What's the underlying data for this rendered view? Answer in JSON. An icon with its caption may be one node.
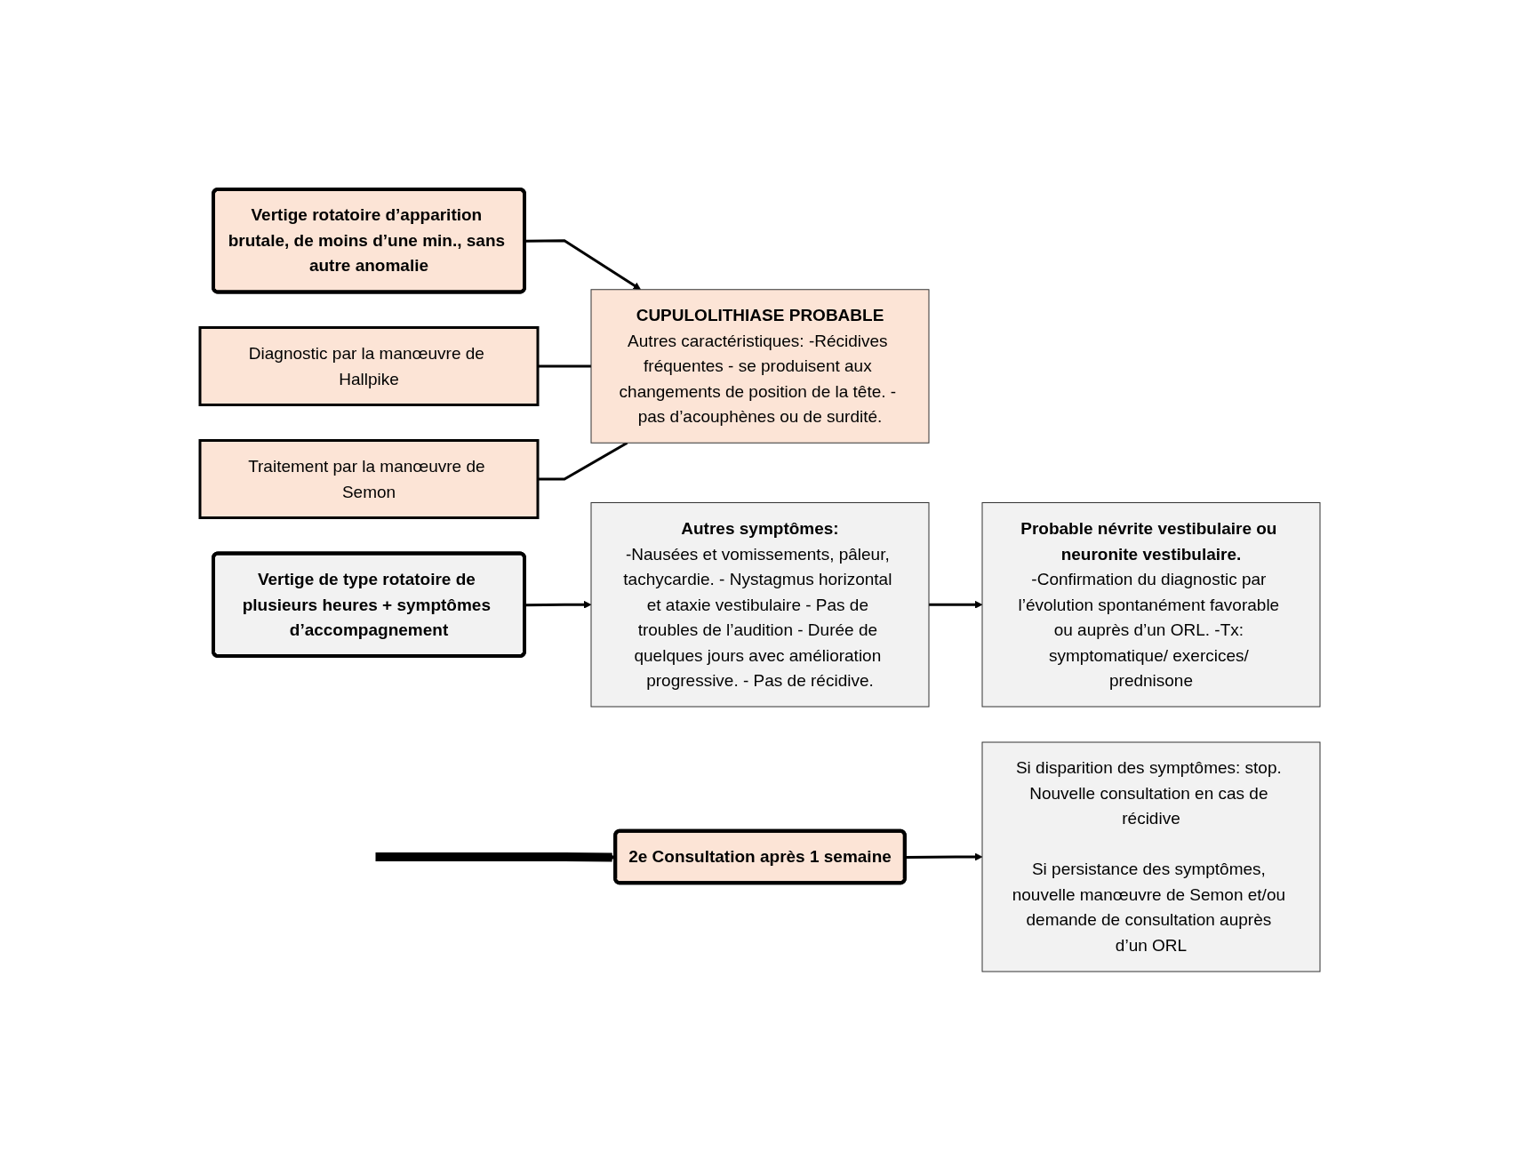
{
  "diagram": {
    "nodes": [
      {
        "text": [
          "Vertige rotatoire d’apparition brutale, de moins d’une min., sans autre anomalie"
        ]
      },
      {
        "text": [
          "CUPULOLITHIASE PROBABLE",
          "Autres caractéristiques: -Récidives fréquentes - se produisent aux changements de position de la tête. - pas d’acouphènes ou de surdité."
        ]
      },
      {
        "text": [
          "Diagnostic par la manœuvre de Hallpike"
        ]
      },
      {
        "text": [
          "Traitement par la manœuvre de Semon"
        ]
      },
      {
        "text": [
          "Vertige de type rotatoire de plusieurs heures + symptômes d’accompagnement"
        ]
      },
      {
        "text": [
          "Autres symptômes:",
          "-Nausées et vomissements, pâleur, tachycardie. - Nystagmus horizontal et ataxie vestibulaire - Pas de troubles de l’audition - Durée de quelques jours avec amélioration progressive. - Pas de récidive."
        ]
      },
      {
        "text": [
          "Probable névrite vestibulaire ou neuronite vestibulaire.",
          "-Confirmation du diagnostic par l’évolution spontanément favorable ou auprès d’un ORL. -Tx: symptomatique/ exercices/ prednisone"
        ]
      },
      {
        "text": [
          "2e Consultation après 1 semaine"
        ]
      },
      {
        "text": [
          "Si disparition des symptômes: stop. Nouvelle consultation en cas de récidive",
          "Si persistance des symptômes, nouvelle manœuvre de Semon et/ou demande de consultation auprès d’un ORL"
        ]
      }
    ],
    "edges": [
      {
        "from": 0,
        "to": 1,
        "arrow": "to"
      },
      {
        "from": 2,
        "to": 1,
        "arrow": "none"
      },
      {
        "from": 3,
        "to": 1,
        "arrow": "none"
      },
      {
        "from": 4,
        "to": 5,
        "arrow": "to"
      },
      {
        "from": 5,
        "to": 6,
        "arrow": "to"
      },
      {
        "from": null,
        "to": 7,
        "arrow": "to",
        "style": "thick"
      },
      {
        "from": 7,
        "to": 8,
        "arrow": "to"
      }
    ]
  }
}
